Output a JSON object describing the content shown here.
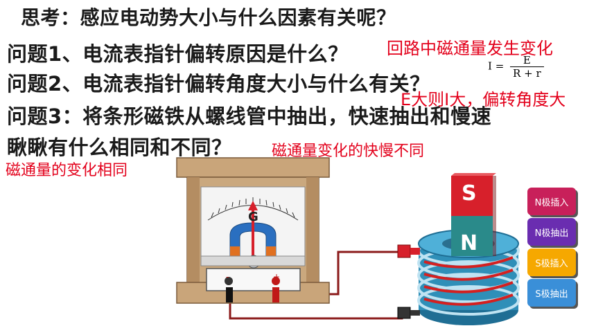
{
  "title": "思考：感应电动势大小与什么因素有关呢？",
  "questions": [
    "问题1、电流表指针偏转原因是什么？",
    "问题2、电流表指针偏转角度大小与什么有关？",
    "问题3：将条形磁铁从螺线管中抽出，快速抽出和慢速",
    "瞅瞅有什么相同和不同？"
  ],
  "answers": {
    "a1": "回路中磁通量发生变化",
    "a2": "E大则I大，偏转角度大",
    "a3_diff": "磁通量变化的快慢不同",
    "a3_same": "磁通量的变化相同"
  },
  "formula": {
    "lhs": "I =",
    "numerator": "E",
    "denominator": "R + r"
  },
  "galvanometer": {
    "letter": "G"
  },
  "magnet": {
    "top_pole": "S",
    "bottom_pole": "N"
  },
  "buttons": [
    {
      "label": "N极插入",
      "bg": "#c8205a",
      "fg": "#ffffff"
    },
    {
      "label": "N极抽出",
      "bg": "#6a2db0",
      "fg": "#ffffff"
    },
    {
      "label": "S极插入",
      "bg": "#f6a800",
      "fg": "#ffffff"
    },
    {
      "label": "S极抽出",
      "bg": "#3a8fd8",
      "fg": "#ffffff"
    }
  ],
  "colors": {
    "answer_red": "#e3001b",
    "wire": "#8b1a1a",
    "coil_blue": "#2f8fb8",
    "magnet_red": "#d7202b",
    "magnet_teal": "#2a8a8a"
  }
}
